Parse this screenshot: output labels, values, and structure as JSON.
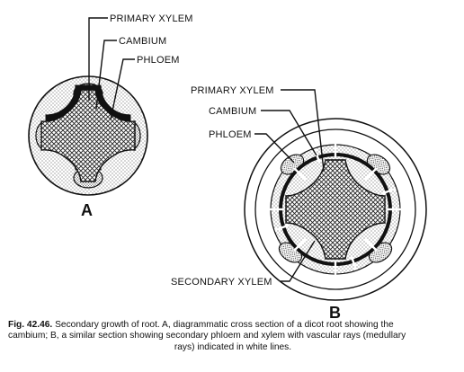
{
  "diagram_a": {
    "label": "A",
    "callouts": [
      "PRIMARY XYLEM",
      "CAMBIUM",
      "PHLOEM"
    ]
  },
  "diagram_b": {
    "label": "B",
    "callouts": [
      "PRIMARY XYLEM",
      "CAMBIUM",
      "PHLOEM",
      "SECONDARY XYLEM"
    ]
  },
  "caption": {
    "fig_number": "Fig. 42.46.",
    "line1": "Secondary growth of root. A, diagrammatic cross section of a dicot root showing the",
    "line2": "cambium; B, a similar section showing secondary phloem and xylem with vascular rays (medullary",
    "line3": "rays) indicated in white lines."
  }
}
